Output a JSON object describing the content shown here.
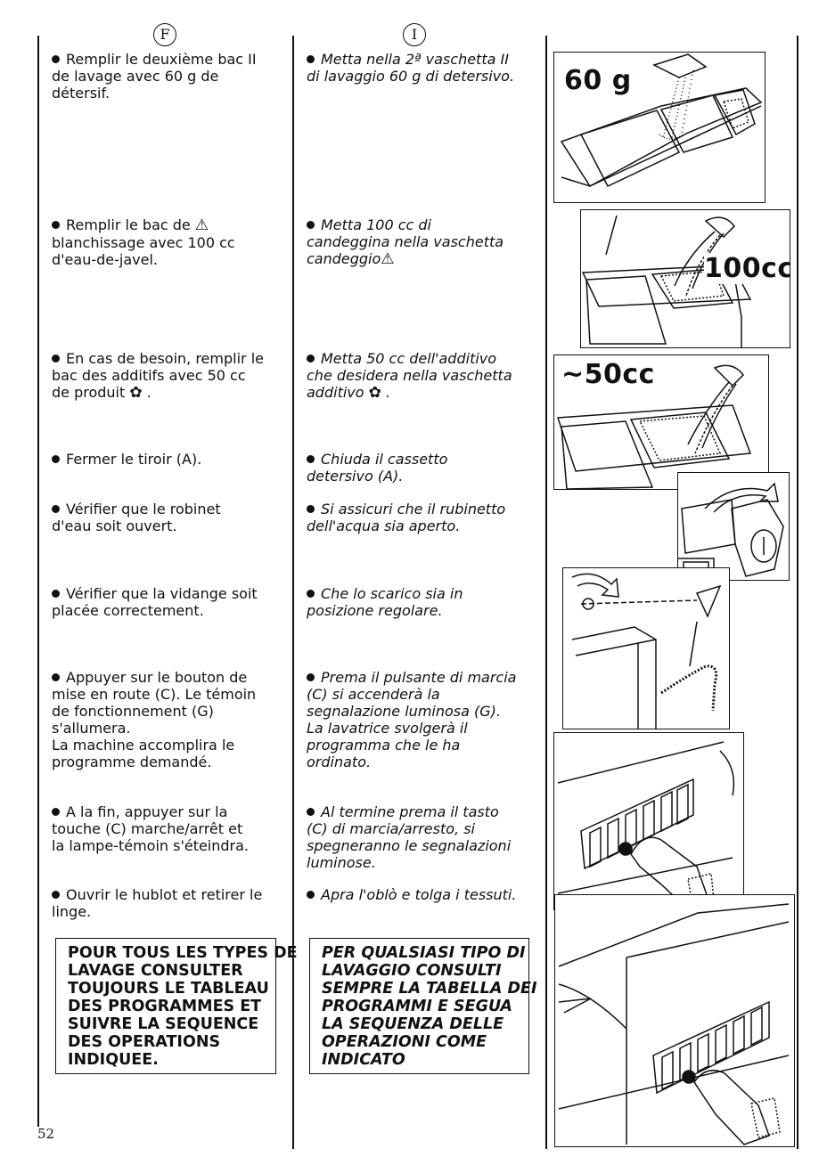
{
  "header": {
    "fr_badge": "F",
    "it_badge": "I"
  },
  "french": {
    "steps": [
      {
        "lines": [
          "Remplir le deuxième bac II",
          "de lavage avec 60 g de",
          "détersif."
        ]
      },
      {
        "lines": [
          "Remplir le bac de",
          "blanchissage avec 100 cc",
          "d'eau-de-javel."
        ],
        "symbol": "⚠"
      },
      {
        "lines": [
          "En cas de besoin, remplir le",
          "bac des additifs avec 50 cc",
          "de produit"
        ],
        "symbol": "✿"
      },
      {
        "lines": [
          "Fermer le tiroir (A)."
        ]
      },
      {
        "lines": [
          "Vérifier que le robinet",
          "d'eau soit ouvert."
        ]
      },
      {
        "lines": [
          "Vérifier que la vidange soit",
          "placée correctement."
        ]
      },
      {
        "lines": [
          "Appuyer sur le bouton de",
          "mise en route (C). Le témoin",
          "de fonctionnement (G)",
          "s'allumera.",
          "La machine accomplira le",
          "programme demandé."
        ]
      },
      {
        "lines": [
          "A la fin, appuyer sur la",
          "touche (C) marche/arrêt et",
          "la lampe-témoin s'éteindra."
        ]
      },
      {
        "lines": [
          "Ouvrir le hublot et retirer le",
          "linge."
        ]
      }
    ],
    "note": [
      "POUR TOUS LES TYPES DE",
      "LAVAGE CONSULTER",
      "TOUJOURS LE TABLEAU",
      "DES PROGRAMMES ET",
      "SUIVRE LA SEQUENCE",
      "DES OPERATIONS",
      "INDIQUEE."
    ]
  },
  "italian": {
    "steps": [
      {
        "lines": [
          "Metta nella 2ª vaschetta II",
          "di lavaggio 60 g di detersivo."
        ]
      },
      {
        "lines": [
          "Metta 100 cc di",
          "candeggina nella vaschetta",
          "candeggio"
        ],
        "symbol": "⚠"
      },
      {
        "lines": [
          "Metta 50 cc dell'additivo",
          "che desidera nella vaschetta",
          "additivo"
        ],
        "symbol": "✿"
      },
      {
        "lines": [
          "Chiuda il cassetto",
          "detersivo (A)."
        ]
      },
      {
        "lines": [
          "Si assicuri che il rubinetto",
          "dell'acqua sia aperto."
        ]
      },
      {
        "lines": [
          "Che lo scarico sia in",
          "posizione regolare."
        ]
      },
      {
        "lines": [
          "Prema il pulsante di marcia",
          "(C) si accenderà la",
          "segnalazione luminosa (G).",
          "La lavatrice svolgerà il",
          "programma che le ha",
          "ordinato."
        ]
      },
      {
        "lines": [
          "Al termine prema il tasto",
          "(C) di marcia/arresto, si",
          "spegneranno le segnalazioni",
          "luminose."
        ]
      },
      {
        "lines": [
          "Apra l'oblò e tolga i tessuti."
        ]
      }
    ],
    "note": [
      "PER QUALSIASI TIPO DI",
      "LAVAGGIO CONSULTI",
      "SEMPRE LA TABELLA DEI",
      "PROGRAMMI E SEGUA",
      "LA SEQUENZA DELLE",
      "OPERAZIONI COME",
      "INDICATO"
    ]
  },
  "illustrations": {
    "amount_60": "60 g",
    "amount_100": "100cc",
    "amount_50": "~50cc"
  },
  "page_number": "52"
}
